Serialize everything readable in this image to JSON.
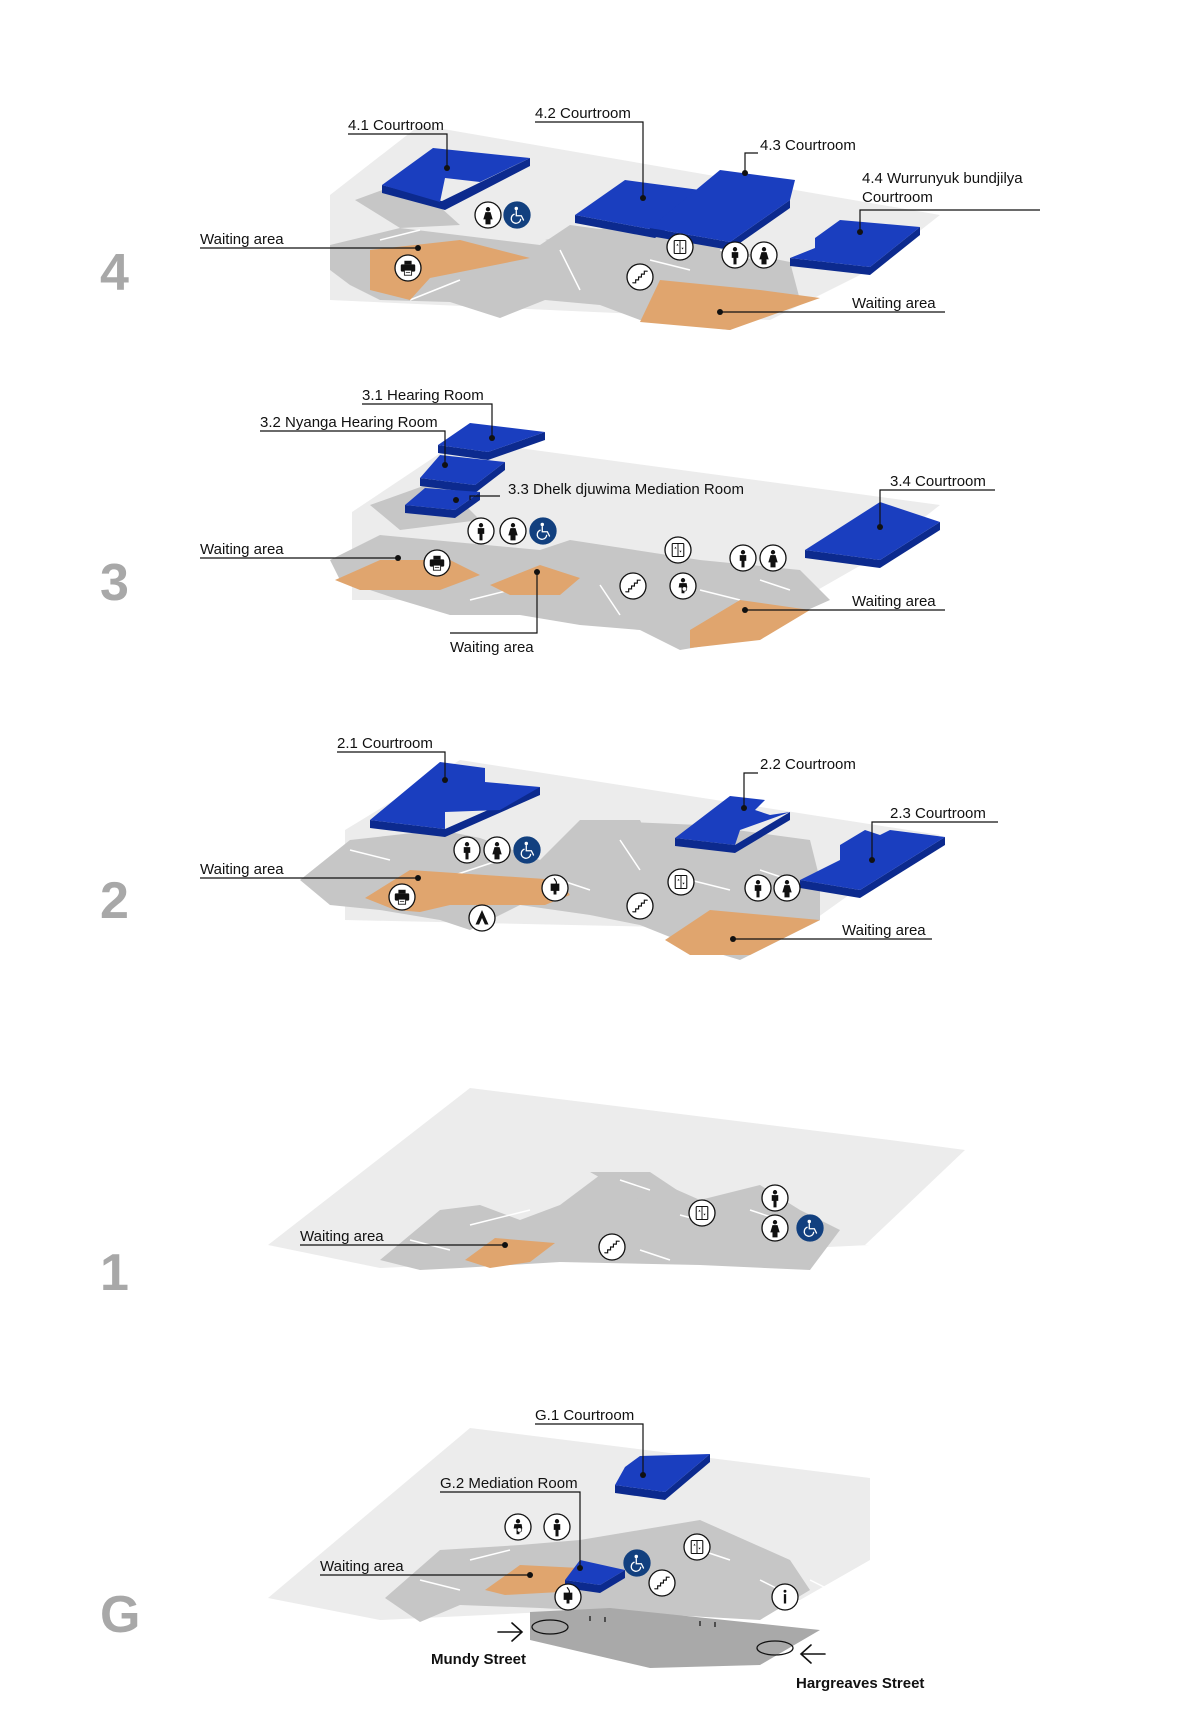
{
  "colors": {
    "room": "#1a3ebf",
    "waiting_area": "#e0a56e",
    "corridor": "#c6c6c6",
    "floor_plate": "#ececec",
    "accessible_icon": "#12407f",
    "floor_number": "#a8a8a8"
  },
  "floors": [
    {
      "level": "4",
      "labels": {
        "r1": "4.1 Courtroom",
        "r2": "4.2 Courtroom",
        "r3": "4.3 Courtroom",
        "r4a": "4.4 Wurrunyuk bundjilya",
        "r4b": "Courtroom",
        "wa1": "Waiting area",
        "wa2": "Waiting area"
      },
      "icons": [
        "female-toilet-icon",
        "accessible-icon",
        "lift-icon",
        "male-toilet-icon",
        "female-toilet-icon",
        "stairs-icon",
        "printer-icon"
      ]
    },
    {
      "level": "3",
      "labels": {
        "r1": "3.1 Hearing Room",
        "r2": "3.2 Nyanga Hearing Room",
        "r3": "3.3 Dhelk djuwima Mediation Room",
        "r4": "3.4 Courtroom",
        "wa1": "Waiting area",
        "wa2": "Waiting area",
        "wa3": "Waiting area"
      },
      "icons": [
        "male-toilet-icon",
        "female-toilet-icon",
        "accessible-icon",
        "lift-icon",
        "male-toilet-icon",
        "female-toilet-icon",
        "stairs-icon",
        "baby-change-icon",
        "printer-icon"
      ]
    },
    {
      "level": "2",
      "labels": {
        "r1": "2.1 Courtroom",
        "r2": "2.2 Courtroom",
        "r3": "2.3 Courtroom",
        "wa1": "Waiting area",
        "wa2": "Waiting area"
      },
      "icons": [
        "male-toilet-icon",
        "female-toilet-icon",
        "accessible-icon",
        "drinking-water-icon",
        "lift-icon",
        "stairs-icon",
        "male-toilet-icon",
        "female-toilet-icon",
        "printer-icon",
        "prayer-room-icon"
      ]
    },
    {
      "level": "1",
      "labels": {
        "wa1": "Waiting area"
      },
      "icons": [
        "male-toilet-icon",
        "female-toilet-icon",
        "accessible-icon",
        "lift-icon",
        "stairs-icon"
      ]
    },
    {
      "level": "G",
      "labels": {
        "r1": "G.1 Courtroom",
        "r2": "G.2 Mediation Room",
        "wa1": "Waiting area",
        "street1": "Mundy Street",
        "street2": "Hargreaves Street",
        "info": "i"
      },
      "icons": [
        "baby-change-icon",
        "male-toilet-icon",
        "accessible-icon",
        "lift-icon",
        "stairs-icon",
        "drinking-water-icon",
        "information-icon",
        "entrance-arrow-icon",
        "entrance-arrow-icon"
      ]
    }
  ]
}
